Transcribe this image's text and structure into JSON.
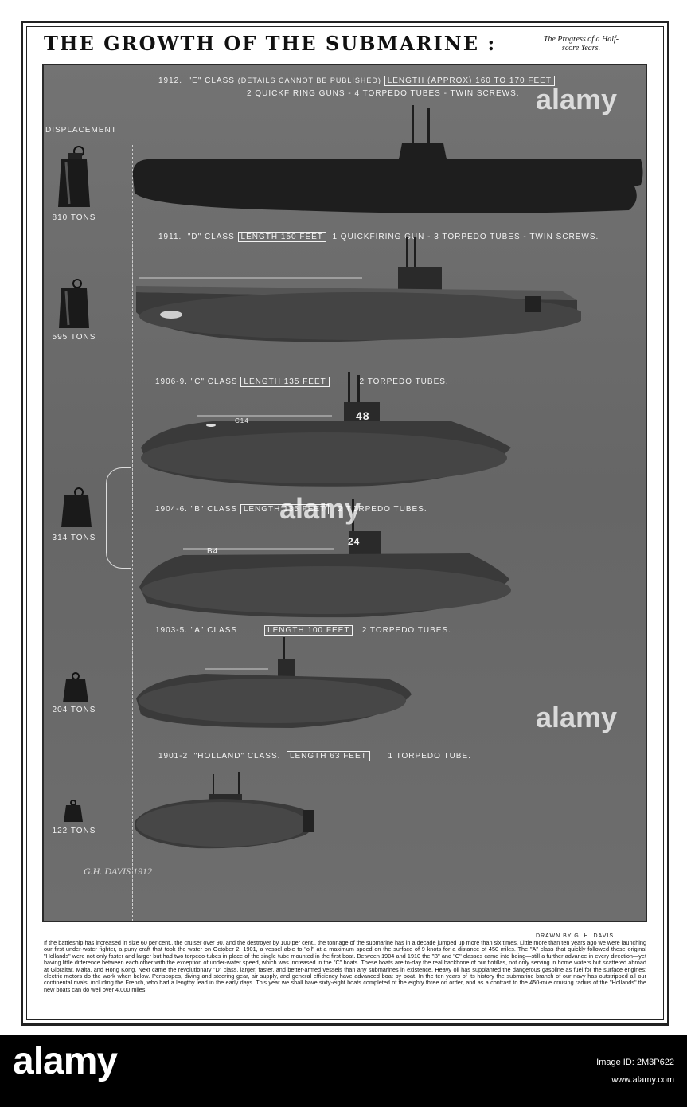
{
  "title": "THE GROWTH OF THE SUBMARINE :",
  "subtitle": "The Progress of a Half-score Years.",
  "displacement_label": "DISPLACEMENT",
  "classes": [
    {
      "year": "1912.",
      "name": "\"E\" CLASS",
      "note": "(DETAILS CANNOT BE PUBLISHED)",
      "length": "LENGTH (APPROX) 160 TO 170 FEET",
      "armament": "2 QUICKFIRING GUNS - 4 TORPEDO TUBES - TWIN SCREWS.",
      "tons": "810 TONS"
    },
    {
      "year": "1911.",
      "name": "\"D\" CLASS",
      "length": "LENGTH 150 FEET",
      "armament": "1 QUICKFIRING GUN - 3 TORPEDO TUBES - TWIN SCREWS.",
      "tons": "595 TONS"
    },
    {
      "year": "1906-9.",
      "name": "\"C\" CLASS",
      "length": "LENGTH 135 FEET",
      "armament": "2 TORPEDO TUBES.",
      "hull_mark": "C14",
      "tower_mark": "48"
    },
    {
      "year": "1904-6.",
      "name": "\"B\" CLASS",
      "length": "LENGTH 135 FEET",
      "armament": "2 TORPEDO TUBES.",
      "hull_mark": "B4",
      "tower_mark": "24"
    },
    {
      "year": "1903-5.",
      "name": "\"A\" CLASS",
      "length": "LENGTH 100 FEET",
      "armament": "2 TORPEDO TUBES.",
      "tons": "204 TONS"
    },
    {
      "year": "1901-2.",
      "name": "\"HOLLAND\" CLASS.",
      "length": "LENGTH 63 FEET",
      "armament": "1 TORPEDO TUBE.",
      "tons": "122 TONS"
    }
  ],
  "shared_tons": "314 TONS",
  "signature": "G.H. DAVIS 1912",
  "credit": "DRAWN BY G. H. DAVIS",
  "body_text": "If the battleship has increased in size 60 per cent., the cruiser over 90, and the destroyer by 100 per cent., the tonnage of the submarine has in a decade jumped up more than six times. Little more than ten years ago we were launching our first under-water fighter, a puny craft that took the water on October 2, 1901, a vessel able to \"oil\" at a maximum speed on the surface of 9 knots for a distance of 450 miles. The \"A\" class that quickly followed these original \"Hollands\" were not only faster and larger but had two torpedo-tubes in place of the single tube mounted in the first boat. Between 1904 and 1910 the \"B\" and \"C\" classes came into being—still a further advance in every direction—yet having little difference between each other with the exception of under-water speed, which was increased in the \"C\" boats. These boats are to-day the real backbone of our flotillas, not only serving in home waters but scattered abroad at Gibraltar, Malta, and Hong Kong. Next came the revolutionary \"D\" class, larger, faster, and better-armed vessels than any submarines in existence. Heavy oil has supplanted the dangerous gasoline as fuel for the surface engines; electric motors do the work when below. Periscopes, diving and steering gear, air supply, and general efficiency have advanced boat by boat. In the ten years of its history the submarine branch of our navy has outstripped all our continental rivals, including the French, who had a lengthy lead in the early days. This year we shall have sixty-eight boats completed of the eighty three on order, and as a contrast to the 450-mile cruising radius of the \"Hollands\" the new boats can do well over 4,000 miles",
  "watermark": "alamy",
  "footer": {
    "logo": "alamy",
    "image_id": "Image ID: 2M3P622",
    "url": "www.alamy.com"
  },
  "colors": {
    "plate": "#6c6c6c",
    "hull": "#1e1e1e",
    "label": "#f3f3f3"
  }
}
